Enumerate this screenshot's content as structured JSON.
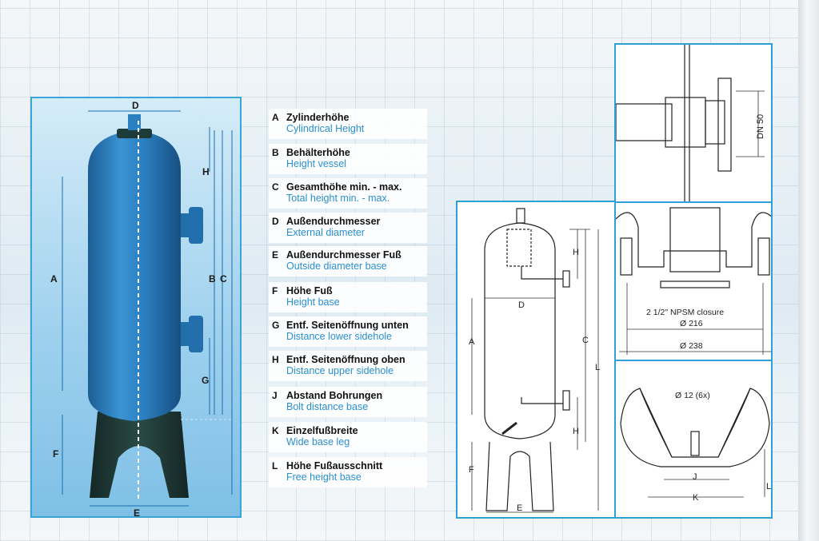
{
  "legend": [
    {
      "key": "A",
      "de": "Zylinderhöhe",
      "en": "Cylindrical Height"
    },
    {
      "key": "B",
      "de": "Behälterhöhe",
      "en": "Height vessel"
    },
    {
      "key": "C",
      "de": "Gesamthöhe  min. - max.",
      "en": "Total height min. - max."
    },
    {
      "key": "D",
      "de": "Außendurchmesser",
      "en": "External diameter"
    },
    {
      "key": "E",
      "de": "Außendurchmesser Fuß",
      "en": "Outside diameter base"
    },
    {
      "key": "F",
      "de": "Höhe Fuß",
      "en": "Height base"
    },
    {
      "key": "G",
      "de": "Entf. Seitenöffnung unten",
      "en": "Distance lower sidehole"
    },
    {
      "key": "H",
      "de": "Entf. Seitenöffnung oben",
      "en": "Distance upper sidehole"
    },
    {
      "key": "J",
      "de": "Abstand Bohrungen",
      "en": "Bolt distance base"
    },
    {
      "key": "K",
      "de": "Einzelfußbreite",
      "en": "Wide base leg"
    },
    {
      "key": "L",
      "de": "Höhe Fußausschnitt",
      "en": "Free height base"
    }
  ],
  "photo_labels": {
    "D": "D",
    "H": "H",
    "A": "A",
    "B": "B",
    "C": "C",
    "G": "G",
    "F": "F",
    "E": "E"
  },
  "drawing_labels": {
    "H": "H",
    "D": "D",
    "A": "A",
    "C": "C",
    "L": "L",
    "F": "F",
    "E": "E",
    "H2": "H"
  },
  "flange_detail": {
    "dn": "DN 50"
  },
  "closure_detail": {
    "closure": "2 1/2\" NPSM closure",
    "d216": "Ø 216",
    "d238": "Ø 238"
  },
  "base_detail": {
    "holes": "Ø 12 (6x)",
    "J": "J",
    "K": "K",
    "L": "L"
  },
  "colors": {
    "accent": "#2f9fd8",
    "vessel": "#2b7fc1",
    "base": "#1f3a37",
    "text_en": "#2a8fd0"
  }
}
